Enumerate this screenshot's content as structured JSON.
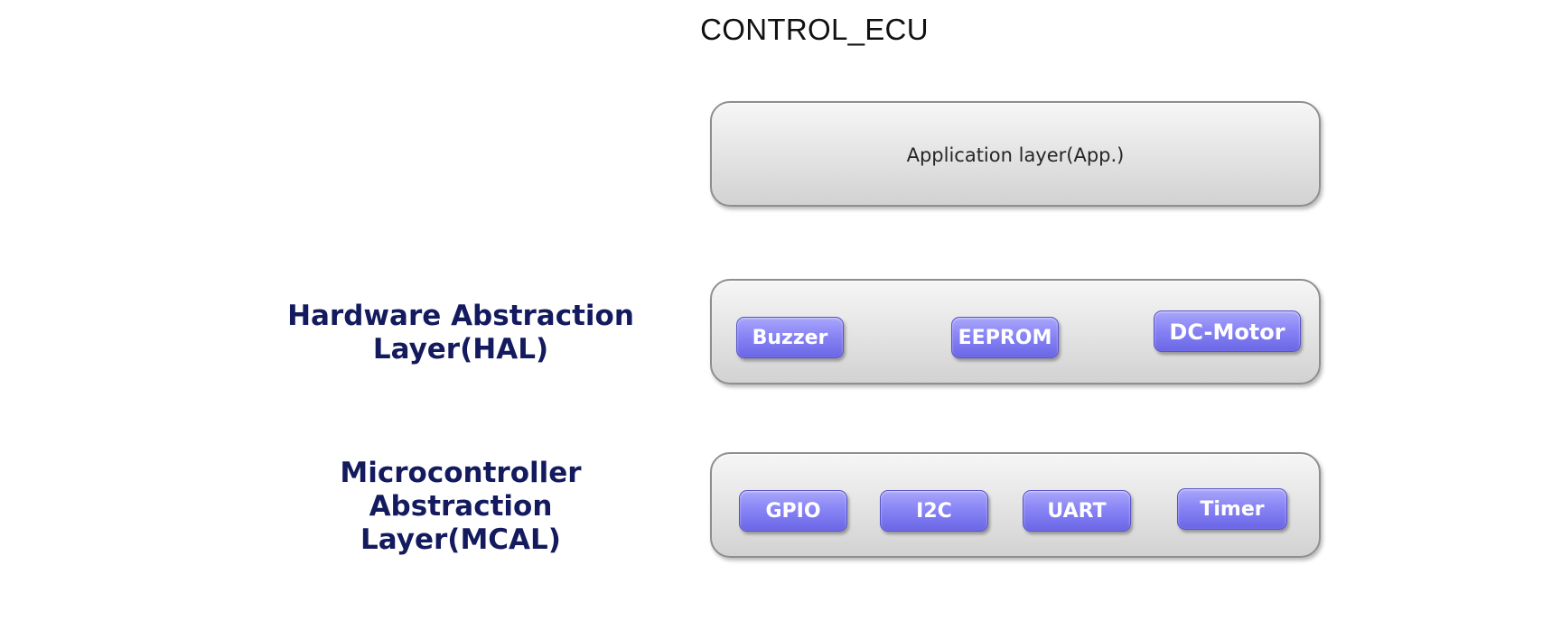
{
  "title": "CONTROL_ECU",
  "layers": {
    "app": {
      "text": "Application layer(App.)"
    },
    "hal": {
      "label": [
        "Hardware Abstraction",
        "Layer(HAL)"
      ],
      "modules": [
        "Buzzer",
        "EEPROM",
        "DC-Motor"
      ]
    },
    "mcal": {
      "label": [
        "Microcontroller",
        "Abstraction",
        "Layer(MCAL)"
      ],
      "modules": [
        "GPIO",
        "I2C",
        "UART",
        "Timer"
      ]
    }
  },
  "colors": {
    "label_text": "#131a5e",
    "module_fill": "#8985f5",
    "layer_fill": "#e6e6e6"
  }
}
